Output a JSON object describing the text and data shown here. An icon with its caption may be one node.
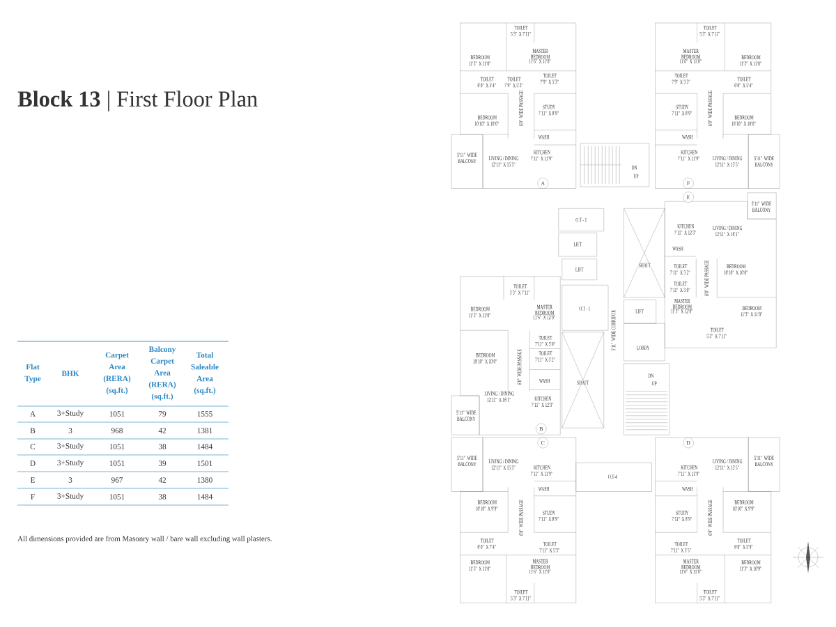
{
  "diagram": {
    "title": "**Block 13** | First Floor Plan",
    "labels": [
      "Flat Type",
      "BHK",
      "Carpet Area (RERA) (sq.ft.)",
      "Balcony Carpet Area (RERA) (sq.ft.)",
      "Total Saleable Area (sq.ft.)",
      "A",
      "3+Study",
      "1051",
      "79",
      "1555",
      "B",
      "3",
      "968",
      "42",
      "1381",
      "C",
      "3+Study",
      "1051",
      "38",
      "1484",
      "D",
      "3+Study",
      "1051",
      "39",
      "1501",
      "E",
      "3",
      "967",
      "42",
      "1380",
      "F",
      "3+Study",
      "1051",
      "38",
      "1484",
      "All dimensions provided are from Masonry wall / bare wall excluding wall plasters.",
      "TOILET",
      "5'3\" X 7'11\"",
      "BEDROOM",
      "11'3\" X 11'0\"",
      "MASTER BEDROOM",
      "11'6\" X 11'0\"",
      "TOILET",
      "6'0\" X 5'4\"",
      "TOILET",
      "7'9\" X 5'3\"",
      "TOILET",
      "7'9\" X 5'3\"",
      "STUDY",
      "7'11\" X 8'9\"",
      "6'0\" WIDE PASSAGE",
      "BEDROOM",
      "10'10\" X 10'0\"",
      "WASH",
      "KITCHEN",
      "7'11\" X 11'9\"",
      "5'11\" WIDE",
      "BALCONY",
      "LIVING / DINING",
      "12'11\" X 15'5\"",
      "A",
      "DN",
      "UP",
      "TOILET",
      "5'3\" X 7'11\"",
      "MASTER BEDROOM",
      "11'6\" X 11'0\"",
      "BEDROOM",
      "11'3\" X 11'0\"",
      "TOILET",
      "7'9\" X 5'3\"",
      "TOILET",
      "6'0\" X 5'4\"",
      "STUDY",
      "7'11\" X 8'9\"",
      "6'0\" WIDE PASSAGE",
      "BEDROOM",
      "10'10\" X 10'0\"",
      "WASH",
      "KITCHEN",
      "7'11\" X 11'9\"",
      "LIVING / DINING",
      "12'11\" X 15'5\"",
      "5'11\" WIDE",
      "BALCONY",
      "F",
      "E",
      "O.T - 1",
      "LIFT",
      "LIFT",
      "5'11\" WIDE",
      "BALCONY",
      "KITCHEN",
      "7'11\" X 12'3\"",
      "LIVING / DINING",
      "12'11\" X 16'1\"",
      "WASH",
      "SHAFT",
      "TOILET",
      "7'11\" X 5'2\"",
      "BEDROOM",
      "10'10\" X 10'0\"",
      "TOILET",
      "7'11\" X 5'0\"",
      "6'0\" WIDE PASSAGE",
      "TOILET",
      "5'3\" X 7'11\"",
      "O.T - 1",
      "LIFT",
      "MASTER BEDROOM",
      "11'3\" X 12'0\"",
      "BEDROOM",
      "11'3\" X 11'0\"",
      "BEDROOM",
      "11'3\" X 11'0\"",
      "MASTER BEDROOM",
      "11'6\" X 12'0\"",
      "5'11\" WIDE CORRIDOR",
      "TOILET",
      "7'11\" X 5'0\"",
      "TOILET",
      "5'3\" X 7'11\"",
      "LOBBY",
      "TOILET",
      "7'11\" X 5'2\"",
      "BEDROOM",
      "10'10\" X 10'0\"",
      "6'0\" WIDE PASSAGE",
      "DN",
      "UP",
      "WASH",
      "SHAFT",
      "LIVING / DINING",
      "12'11\" X 16'1\"",
      "KITCHEN",
      "7'11\" X 12'3\"",
      "5'11\" WIDE",
      "BALCONY",
      "B",
      "C",
      "D",
      "5'11\" WIDE",
      "BALCONY",
      "5'11\" WIDE",
      "BALCONY",
      "LIVING / DINING",
      "12'11\" X 15'5\"",
      "KITCHEN",
      "7'11\" X 11'9\"",
      "KITCHEN",
      "7'11\" X 11'9\"",
      "LIVING / DINING",
      "12'11\" X 15'5\"",
      "O.T-4",
      "WASH",
      "WASH",
      "BEDROOM",
      "10'10\" X 9'9\"",
      "BEDROOM",
      "10'10\" X 9'9\"",
      "STUDY",
      "7'11\" X 8'9\"",
      "STUDY",
      "7'11\" X 8'9\"",
      "6'0\" WIDE PASSAGE",
      "6'0\" WIDE PASSAGE",
      "TOILET",
      "6'0\" X 7'4\"",
      "TOILET",
      "7'11\" X 5'3\"",
      "TOILET",
      "7'11\" X 5'5\"",
      "TOILET",
      "6'0\" X 5'9\"",
      "BEDROOM",
      "11'3\" X 11'0\"",
      "MASTER BEDROOM",
      "11'6\" X 11'0\"",
      "MASTER BEDROOM",
      "11'6\" X 11'0\"",
      "BEDROOM",
      "11'3\" X 10'9\"",
      "TOILET",
      "5'3\" X 7'11\"",
      "TOILET",
      "5'3\" X 7'11\""
    ]
  }
}
